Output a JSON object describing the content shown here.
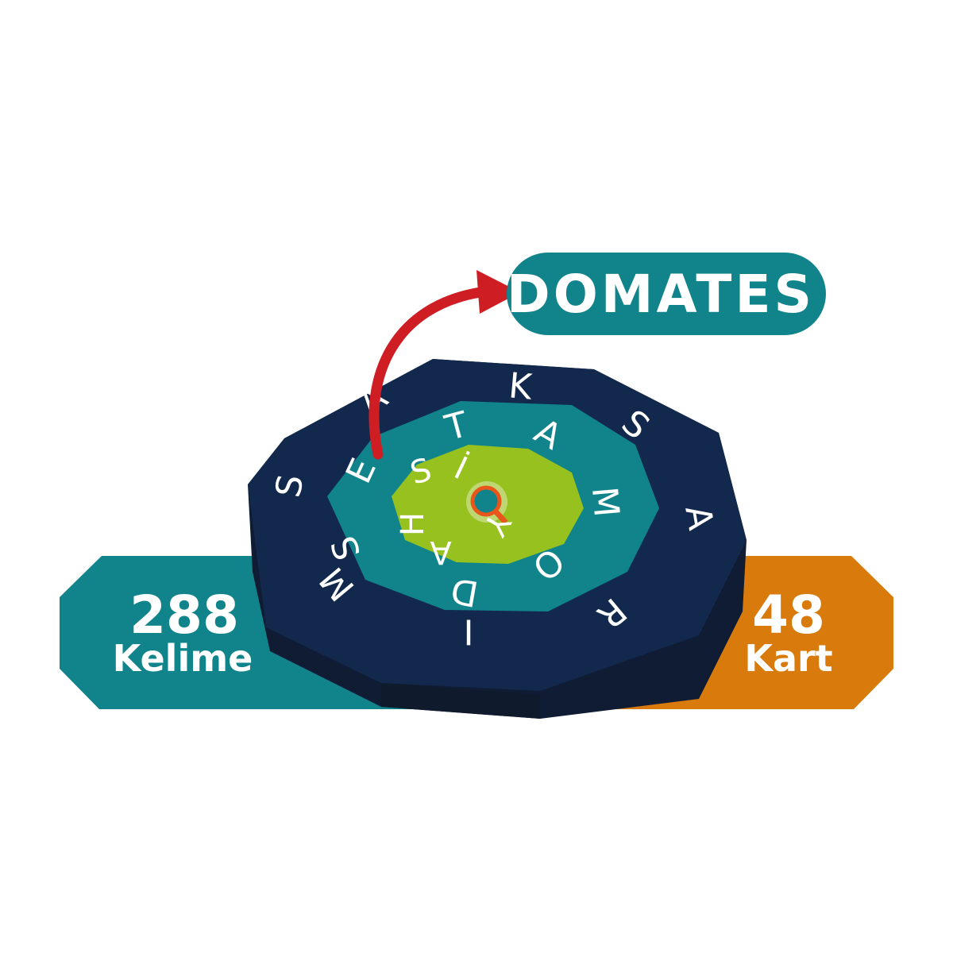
{
  "word_badge": {
    "label": "DOMATES"
  },
  "words_badge": {
    "count": "288",
    "label": "Kelime"
  },
  "cards_badge": {
    "count": "48",
    "label": "Kart"
  },
  "disc": {
    "outer_letters": [
      "A",
      "K",
      "S",
      "A",
      "R",
      "I",
      "M",
      "S"
    ],
    "middle_letters": [
      "T",
      "A",
      "M",
      "O",
      "D",
      "S",
      "E"
    ],
    "inner_letters": [
      "S",
      "İ",
      "Y",
      "A",
      "H"
    ]
  },
  "colors": {
    "teal": "#10848a",
    "navy": "#12294d",
    "navy_side": "#101c33",
    "orange": "#d87a0c",
    "green": "#97c11f",
    "red": "#cf1d24"
  }
}
